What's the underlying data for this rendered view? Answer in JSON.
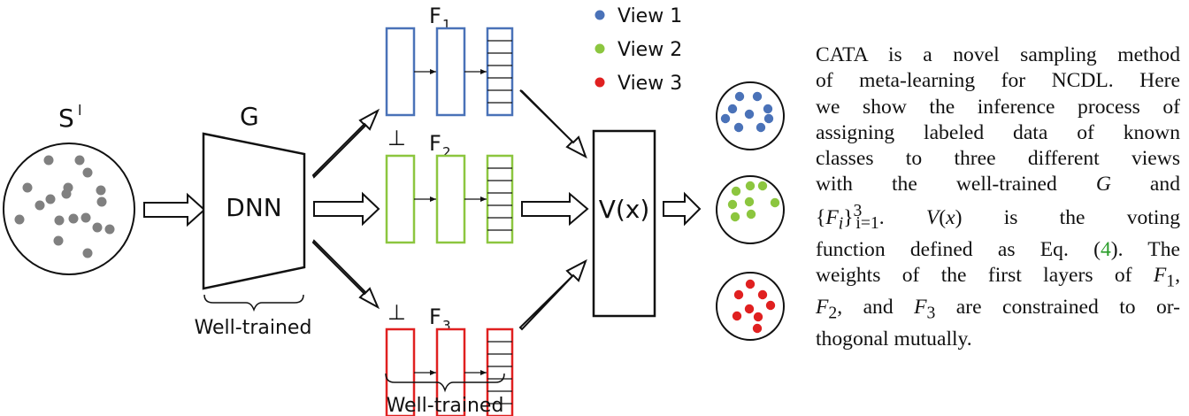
{
  "labels": {
    "input_set": "S",
    "input_set_sup": "l",
    "generator": "G",
    "dnn": "DNN",
    "well_trained_left": "Well-trained",
    "well_trained_bottom": "Well-trained",
    "perp_1": "⊥",
    "perp_2": "⊥",
    "voting": "V(x)"
  },
  "branches": [
    {
      "name": "F",
      "sub": "1",
      "color": "#4a72b8"
    },
    {
      "name": "F",
      "sub": "2",
      "color": "#8cc63f"
    },
    {
      "name": "F",
      "sub": "3",
      "color": "#e02020"
    }
  ],
  "legend": [
    {
      "label": "View 1",
      "color": "#4a72b8"
    },
    {
      "label": "View 2",
      "color": "#8cc63f"
    },
    {
      "label": "View 3",
      "color": "#e02020"
    }
  ],
  "colors": {
    "input_dots": "#808080",
    "stroke": "#111111"
  },
  "caption": {
    "l1": "CATA is a novel sampling method",
    "l2": "of meta-learning for NCDL. Here",
    "l3": "we show the inference process of",
    "l4": "assigning labeled data of known",
    "l5": "classes to three different views",
    "l6a": "with the well-trained",
    "l6b": "G",
    "l6c": "and",
    "l7a": "{",
    "l7b": "F",
    "l7c": "i",
    "l7d": "}",
    "l7e": "3",
    "l7f": "i=1",
    "l7g": ".",
    "l7h": "V",
    "l7i": "(",
    "l7j": "x",
    "l7k": ")",
    "l7l": "is the voting",
    "l8a": "function defined as Eq. (",
    "l8b": "4",
    "l8c": "). The",
    "l9a": "weights of the first layers of",
    "l9b": "F",
    "l9c": "1",
    "l9d": ",",
    "l10a": "F",
    "l10b": "2",
    "l10c": ", and",
    "l10d": "F",
    "l10e": "3",
    "l10f": "are constrained to or-",
    "l11": "thogonal mutually."
  }
}
